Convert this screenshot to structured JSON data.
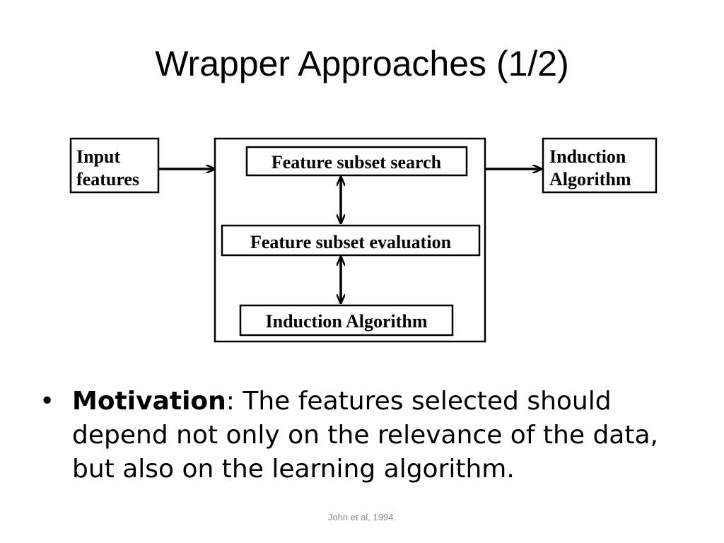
{
  "slide": {
    "title": "Wrapper Approaches (1/2)",
    "source": "John et al, 1994."
  },
  "diagram": {
    "input_line1": "Input",
    "input_line2": "features",
    "search": "Feature subset search",
    "evaluation": "Feature subset evaluation",
    "inner_induction": "Induction Algorithm",
    "output_line1": "Induction",
    "output_line2": "Algorithm"
  },
  "bullet": {
    "marker": "•",
    "bold": "Motivation",
    "rest": ": The features selected should depend not only on the relevance of the data, but also on the learning algorithm."
  }
}
